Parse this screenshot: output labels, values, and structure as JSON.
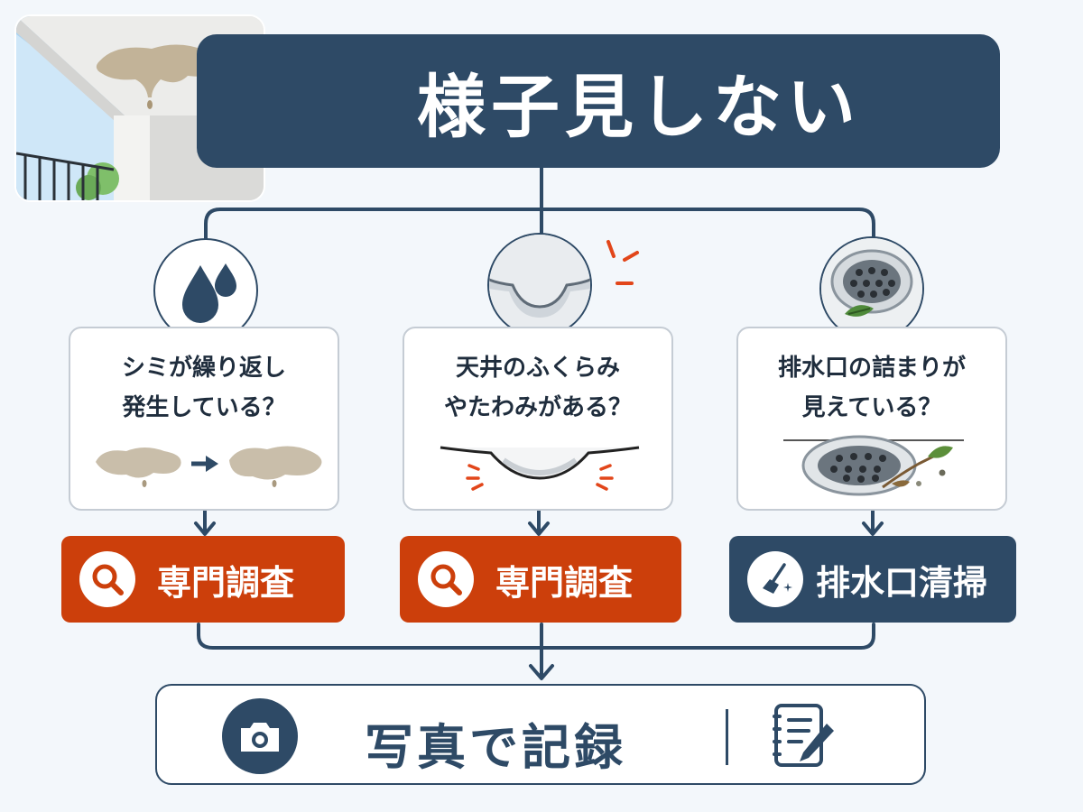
{
  "title": "様子見しない",
  "branches": [
    {
      "question": "シミが繰り返し\n発生している？",
      "action": "専門調査",
      "action_icon": "magnifier-icon",
      "action_color": "#cc3f0b"
    },
    {
      "question": "天井のふくらみ\nやたわみがある？",
      "action": "専門調査",
      "action_icon": "magnifier-icon",
      "action_color": "#cc3f0b"
    },
    {
      "question": "排水口の詰まりが\n見えている？",
      "action": "排水口清掃",
      "action_icon": "broom-icon",
      "action_color": "#2e4a66"
    }
  ],
  "final": {
    "label": "写真で記録",
    "left_icon": "camera-icon",
    "right_icon": "notepad-pen-icon"
  },
  "colors": {
    "navy": "#2e4a66",
    "orange": "#cc3f0b",
    "background": "#f3f7fb"
  }
}
